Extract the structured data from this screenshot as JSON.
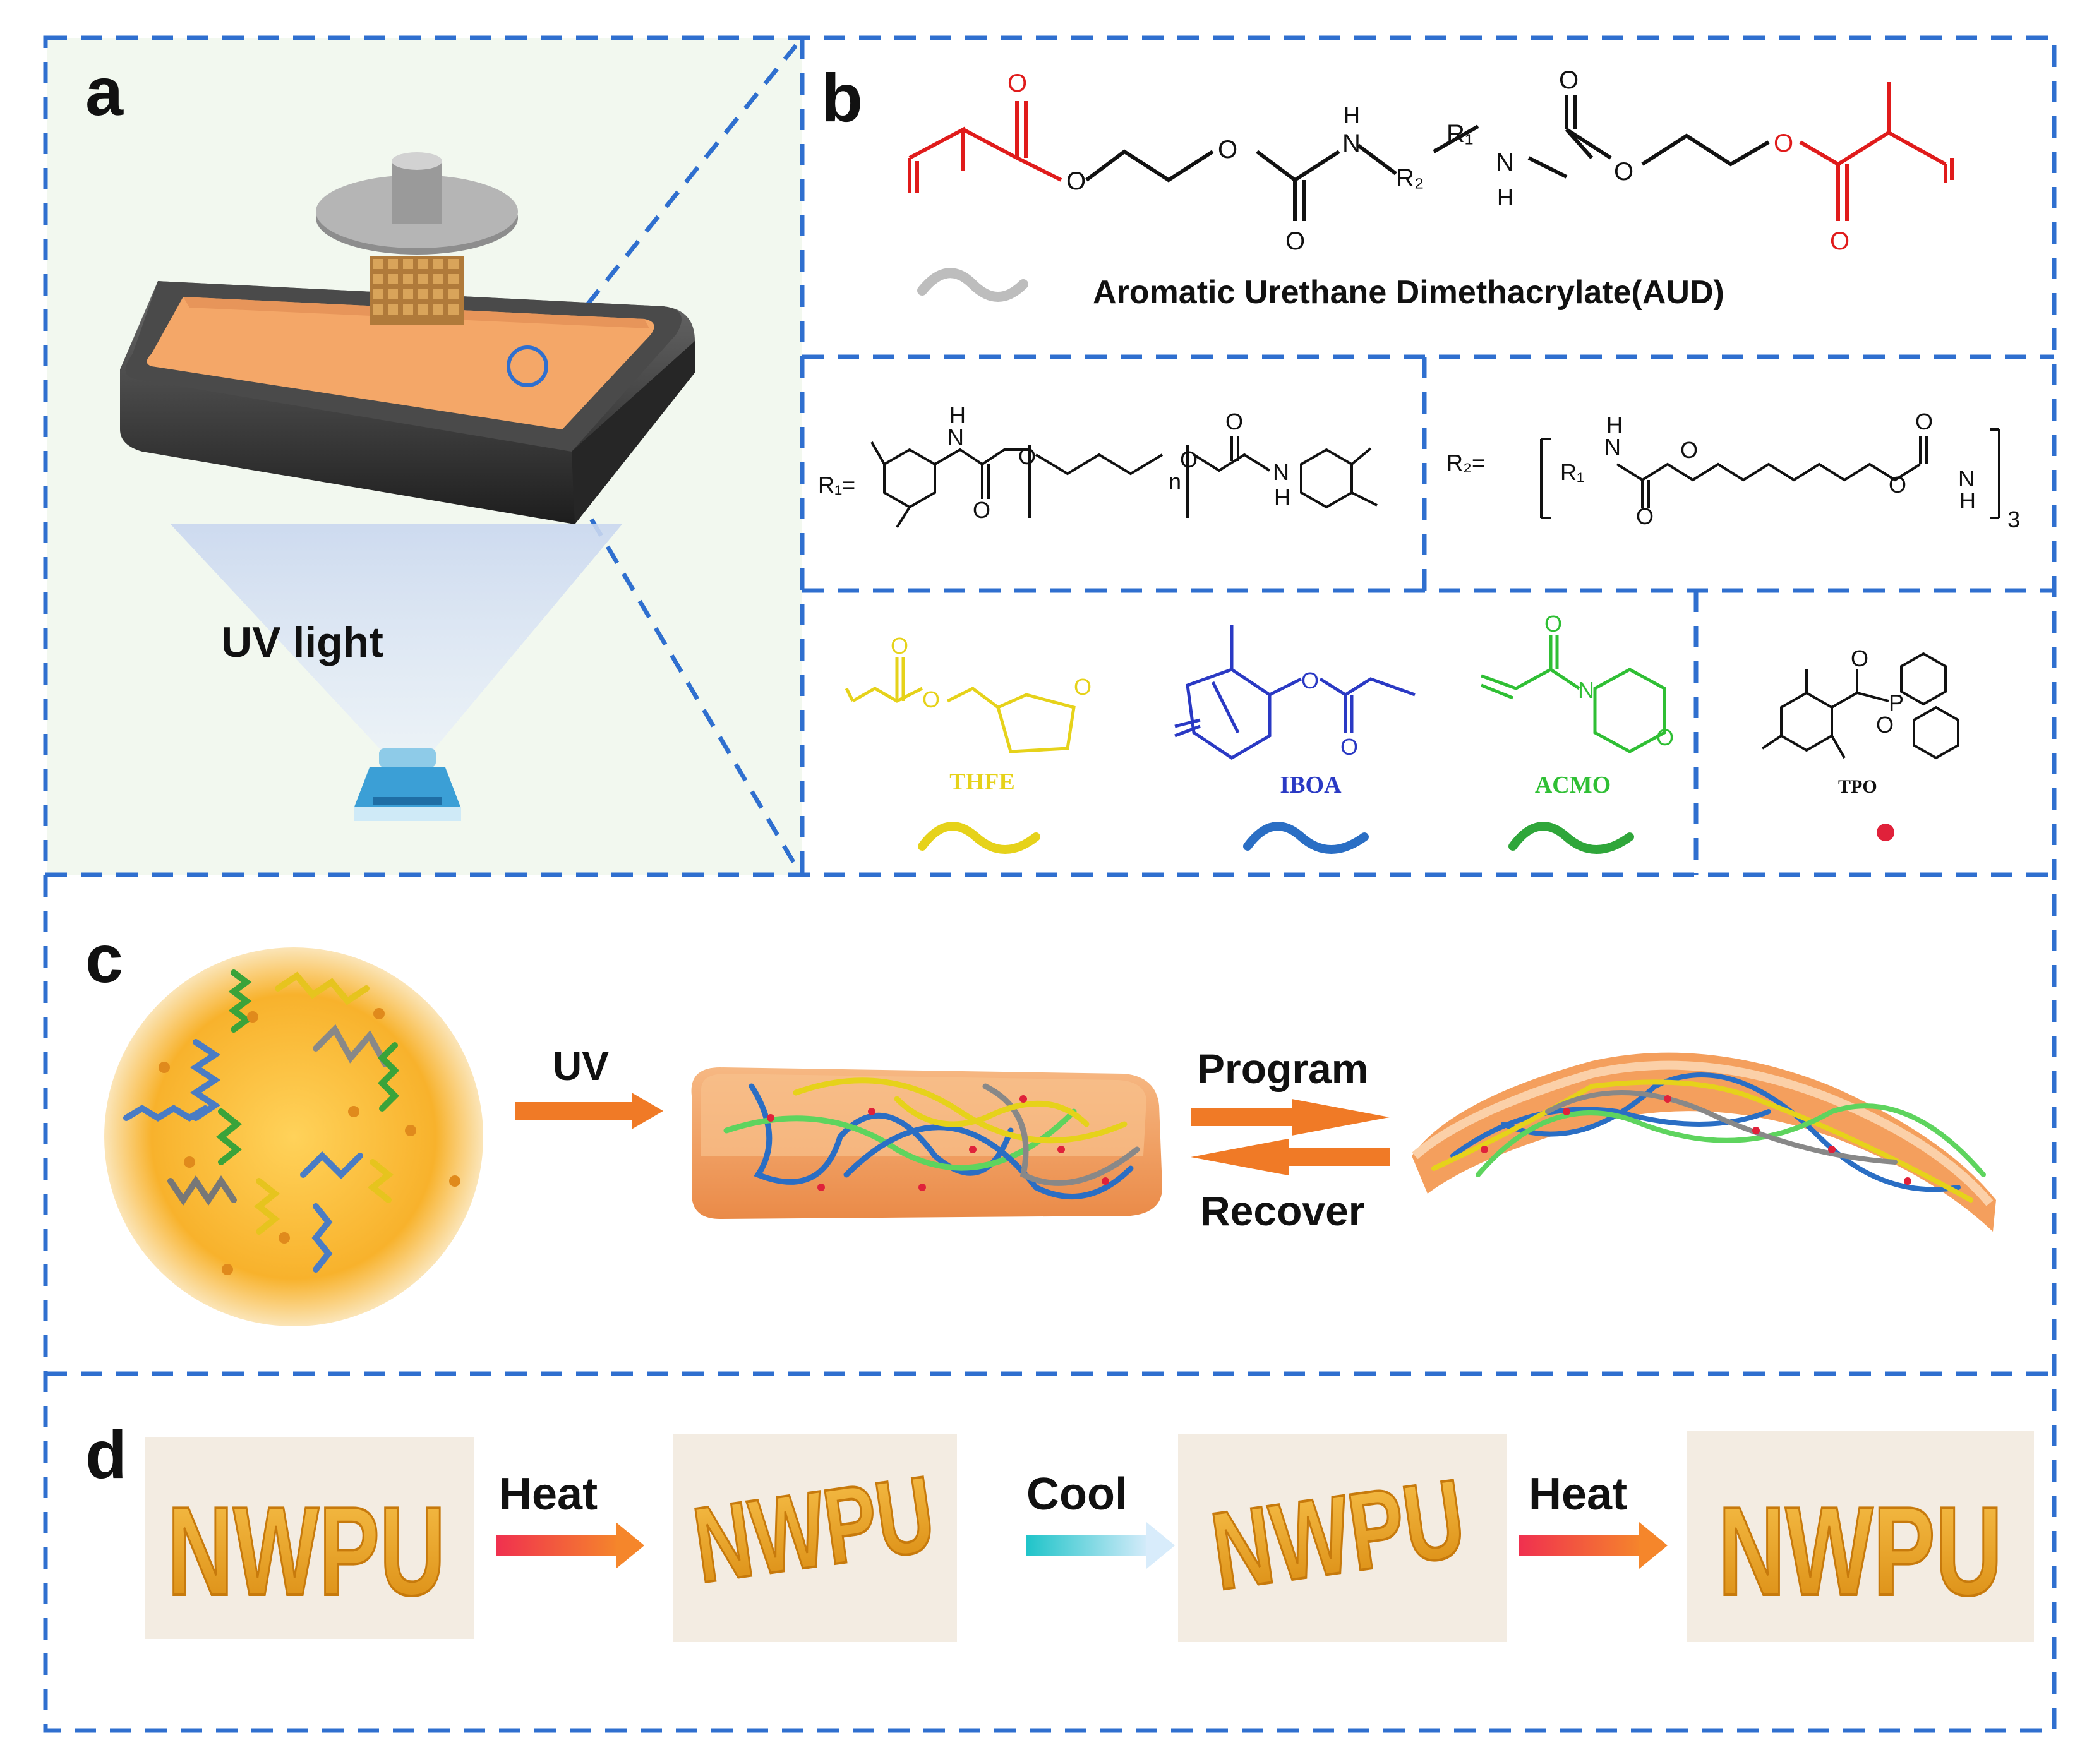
{
  "panels": {
    "a": {
      "letter": "a",
      "uv_light_label": "UV light"
    },
    "b": {
      "letter": "b",
      "aud_label": "Aromatic Urethane Dimethacrylate(AUD)",
      "r1_label": "R₁=",
      "r2_label": "R₂=",
      "monomers": [
        {
          "name": "THFE",
          "color": "#e6d21a"
        },
        {
          "name": "IBOA",
          "color": "#2a39c4"
        },
        {
          "name": "ACMO",
          "color": "#2fbf34"
        }
      ],
      "initiator": {
        "name": "TPO",
        "marker_color": "#e0213a"
      },
      "aud_color": "#bdbdbd",
      "methacrylate_color": "#e01b1b"
    },
    "c": {
      "letter": "c",
      "uv_arrow_label": "UV",
      "program_label": "Program",
      "recover_label": "Recover"
    },
    "d": {
      "letter": "d",
      "print_text": "NWPU",
      "step_labels": [
        "Heat",
        "Cool",
        "Heat"
      ]
    }
  },
  "colors": {
    "frame_dash": "#2f6fcf",
    "orange_arrow": "#f07a26",
    "cool_arrow": "#3ec9d6",
    "resin": "#f2a45e",
    "print_amber": "#e8a21c"
  },
  "chem_atoms": {
    "O": "O",
    "N": "N",
    "H": "H",
    "P": "P",
    "n": "n",
    "three": "3",
    "R1": "R₁",
    "R2": "R₂"
  }
}
